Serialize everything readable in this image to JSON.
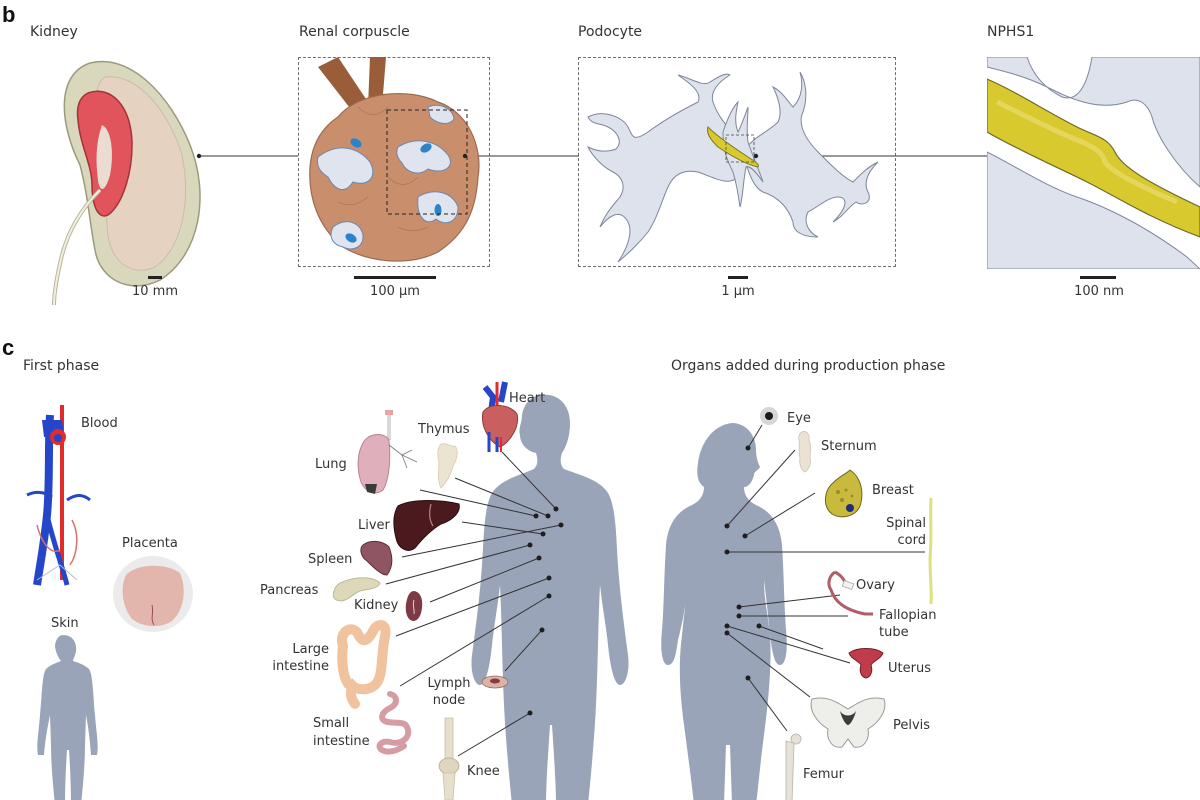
{
  "panel_b": {
    "letter": "b",
    "stages": [
      {
        "title": "Kidney",
        "scale": "10 mm"
      },
      {
        "title": "Renal corpuscle",
        "scale": "100 μm"
      },
      {
        "title": "Podocyte",
        "scale": "1 μm"
      },
      {
        "title": "NPHS1",
        "scale": "100 nm"
      }
    ]
  },
  "panel_c": {
    "letter": "c",
    "first_phase": {
      "title": "First phase",
      "organs": [
        "Blood",
        "Placenta",
        "Skin"
      ]
    },
    "male_organs": {
      "labels": [
        "Heart",
        "Thymus",
        "Lung",
        "Liver",
        "Spleen",
        "Pancreas",
        "Kidney",
        "Large intestine",
        "Lymph node",
        "Small intestine",
        "Knee"
      ],
      "heart": "Heart",
      "thymus": "Thymus",
      "lung": "Lung",
      "liver": "Liver",
      "spleen": "Spleen",
      "pancreas": "Pancreas",
      "kidney": "Kidney",
      "large_intestine_1": "Large",
      "large_intestine_2": "intestine",
      "lymph_node_1": "Lymph",
      "lymph_node_2": "node",
      "small_intestine_1": "Small",
      "small_intestine_2": "intestine",
      "knee": "Knee"
    },
    "production_phase": {
      "title": "Organs added during production phase",
      "labels": [
        "Eye",
        "Sternum",
        "Breast",
        "Spinal cord",
        "Ovary",
        "Fallopian tube",
        "Uterus",
        "Pelvis",
        "Femur"
      ],
      "eye": "Eye",
      "sternum": "Sternum",
      "breast": "Breast",
      "spinal_cord_1": "Spinal",
      "spinal_cord_2": "cord",
      "ovary": "Ovary",
      "fallopian_1": "Fallopian",
      "fallopian_2": "tube",
      "uterus": "Uterus",
      "pelvis": "Pelvis",
      "femur": "Femur"
    }
  },
  "colors": {
    "body_silhouette": "#9aa4b8",
    "podocyte": "#dde2ec",
    "nphs1": "#d8c92e",
    "glomerulus": "#c98f6d",
    "kidney_outer": "#d9d8bd",
    "kidney_pelvis": "#e2545c",
    "dashed_box": "#6e6e6e"
  }
}
